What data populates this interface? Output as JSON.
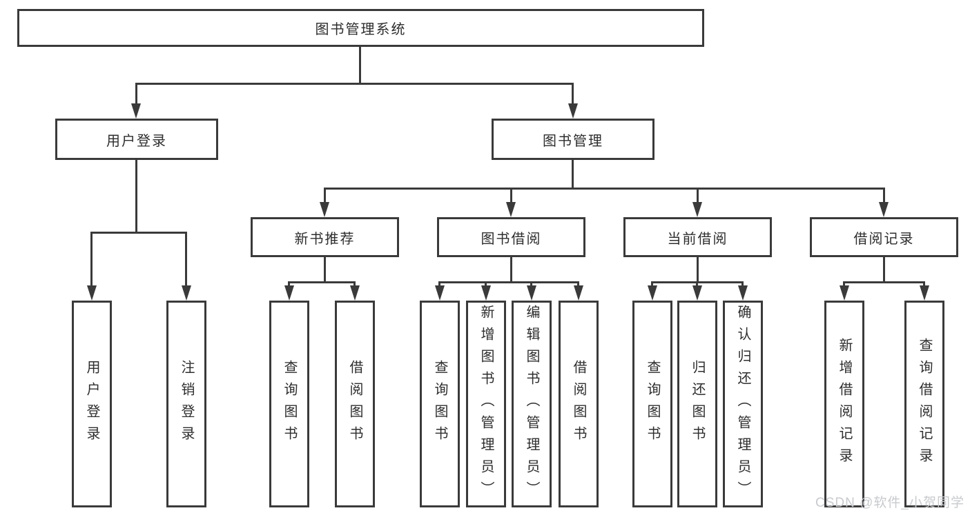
{
  "colors": {
    "background": "#ffffff",
    "line": "#3a3a3a",
    "box_border": "#3a3a3a",
    "text": "#2d2d2d",
    "watermark": "#c8cacd"
  },
  "diagram": {
    "root": {
      "label": "图书管理系统"
    },
    "level2": [
      {
        "label": "用户登录",
        "children": [
          "用户登录",
          "注销登录"
        ]
      },
      {
        "label": "图书管理"
      }
    ],
    "level3": [
      {
        "label": "新书推荐",
        "children": [
          "查询图书",
          "借阅图书"
        ]
      },
      {
        "label": "图书借阅",
        "children": [
          "查询图书",
          "新增图书（管理员）",
          "编辑图书（管理员）",
          "借阅图书"
        ]
      },
      {
        "label": "当前借阅",
        "children": [
          "查询图书",
          "归还图书",
          "确认归还（管理员）"
        ]
      },
      {
        "label": "借阅记录",
        "children": [
          "新增借阅记录",
          "查询借阅记录"
        ]
      }
    ]
  },
  "watermark": {
    "text": "CSDN @软件_小贺同学"
  }
}
